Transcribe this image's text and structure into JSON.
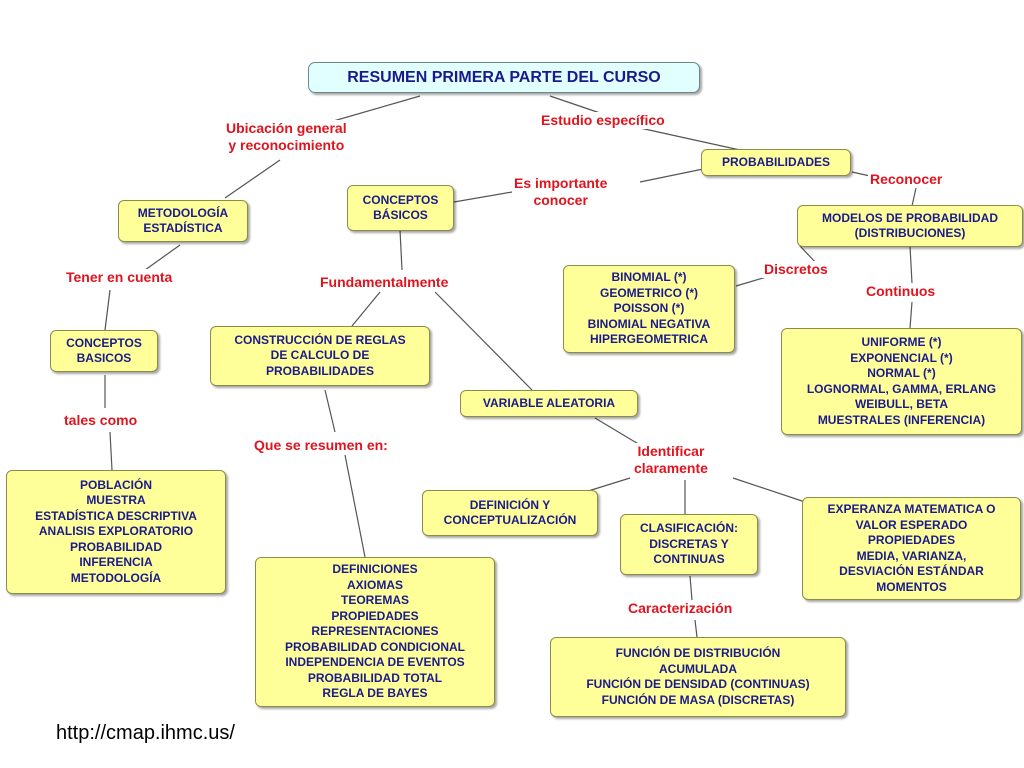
{
  "title": "RESUMEN PRIMERA PARTE DEL CURSO",
  "nodes": {
    "metodologia": "METODOLOGÍA\nESTADÍSTICA",
    "conceptos_basicos_left": "CONCEPTOS\nBASICOS",
    "poblacion": "POBLACIÓN\nMUESTRA\nESTADÍSTICA DESCRIPTIVA\nANALISIS EXPLORATORIO\nPROBABILIDAD\nINFERENCIA\nMETODOLOGÍA",
    "conceptos_basicos_center": "CONCEPTOS\nBÁSICOS",
    "construccion": "CONSTRUCCIÓN DE REGLAS\nDE CALCULO DE\nPROBABILIDADES",
    "definiciones": "DEFINICIONES\nAXIOMAS\nTEOREMAS\nPROPIEDADES\nREPRESENTACIONES\nPROBABILIDAD CONDICIONAL\nINDEPENDENCIA DE EVENTOS\nPROBABILIDAD TOTAL\nREGLA DE BAYES",
    "variable": "VARIABLE ALEATORIA",
    "definicion_concept": "DEFINICIÓN Y\nCONCEPTUALIZACIÓN",
    "clasificacion": "CLASIFICACIÓN:\nDISCRETAS Y\nCONTINUAS",
    "esperanza": "EXPERANZA MATEMATICA O\nVALOR ESPERADO\nPROPIEDADES\nMEDIA, VARIANZA,\nDESVIACIÓN ESTÁNDAR\nMOMENTOS",
    "funcion": "FUNCIÓN DE DISTRIBUCIÓN\nACUMULADA\nFUNCIÓN DE DENSIDAD (CONTINUAS)\nFUNCIÓN DE MASA (DISCRETAS)",
    "probabilidades": "PROBABILIDADES",
    "modelos": "MODELOS DE PROBABILIDAD\n(DISTRIBUCIONES)",
    "binomial": "BINOMIAL (*)\nGEOMETRICO (*)\nPOISSON (*)\nBINOMIAL NEGATIVA\nHIPERGEOMETRICA",
    "uniforme": "UNIFORME (*)\nEXPONENCIAL (*)\nNORMAL (*)\nLOGNORMAL, GAMMA, ERLANG\nWEIBULL, BETA\nMUESTRALES (INFERENCIA)"
  },
  "links": {
    "ubicacion": "Ubicación general\ny reconocimiento",
    "estudio": "Estudio específico",
    "tener": "Tener en cuenta",
    "tales": "tales como",
    "es_importante": "Es importante\nconocer",
    "fundamentalmente": "Fundamentalmente",
    "resumen": "Que se resumen en:",
    "identificar": "Identificar\nclaramente",
    "caracterizacion": "Caracterización",
    "reconocer": "Reconocer",
    "discretos": "Discretos",
    "continuos": "Continuos"
  },
  "source_url": "http://cmap.ihmc.us/",
  "colors": {
    "concept_fill": "#ffff99",
    "title_fill": "#e2ffff",
    "concept_text": "#1a1a8c",
    "link_text": "#e0141e"
  }
}
